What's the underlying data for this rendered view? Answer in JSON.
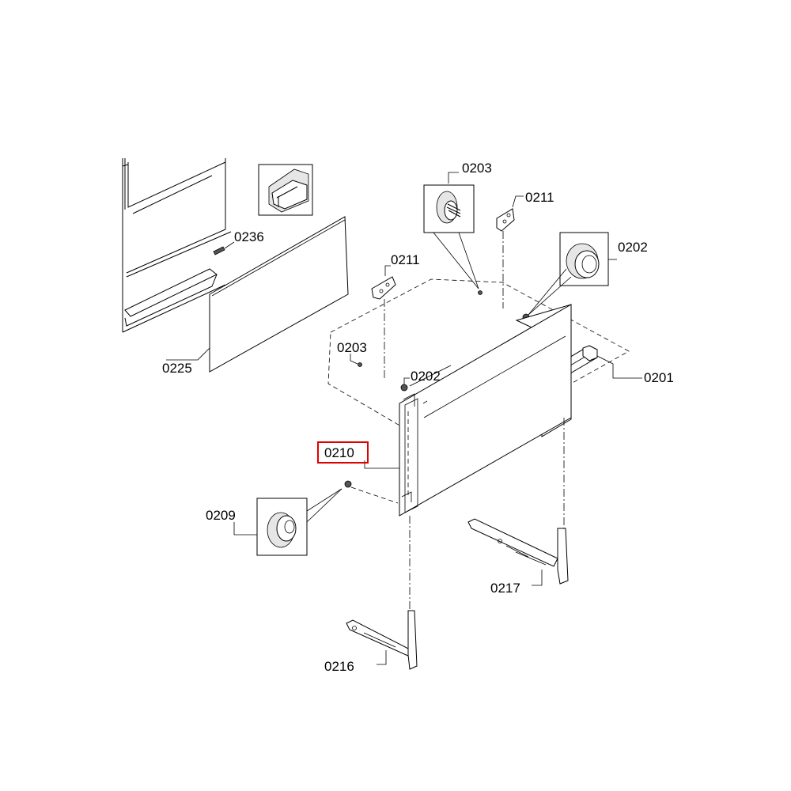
{
  "highlight_color": "#e00000",
  "labels": {
    "p0203_top": "0203",
    "p0211_top": "0211",
    "p0202_top": "0202",
    "p0211_mid": "0211",
    "p0236": "0236",
    "p0225": "0225",
    "p0203_mid": "0203",
    "p0202_mid": "0202",
    "p0201": "0201",
    "p0210": "0210",
    "p0209": "0209",
    "p0217": "0217",
    "p0216": "0216"
  }
}
